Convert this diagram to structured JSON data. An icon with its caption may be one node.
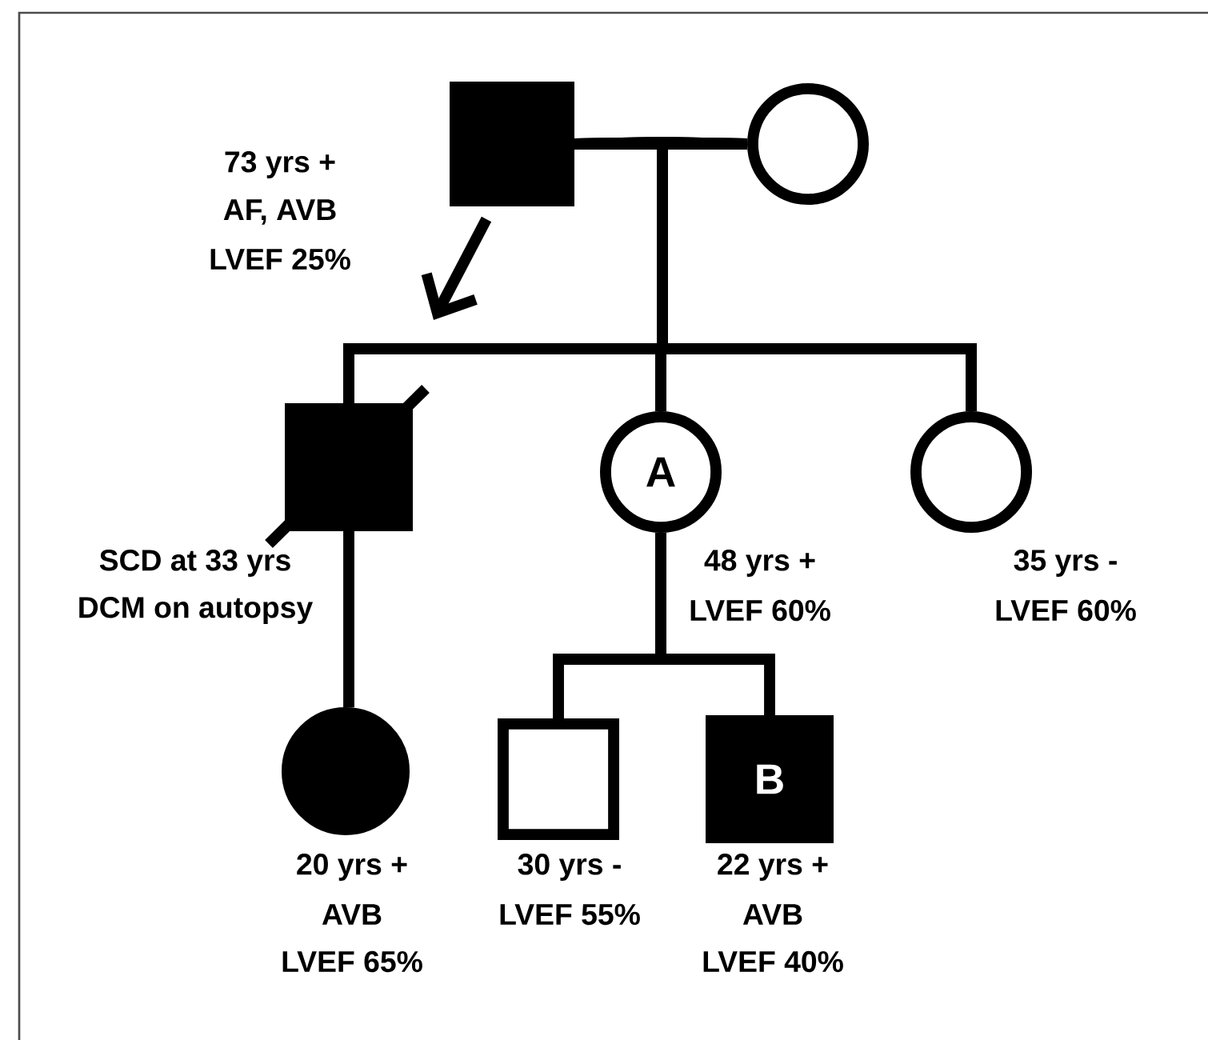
{
  "diagram": {
    "nodes": [
      {
        "text": [],
        "shape": "box",
        "beside": [
          "73 yrs +",
          "AF, AVB",
          "LVEF 25%"
        ]
      },
      {
        "text": [],
        "shape": "circle"
      },
      {
        "text": [],
        "shape": "box",
        "beside": [
          "SCD at 33 yrs",
          "DCM on autopsy"
        ]
      },
      {
        "text": [
          "A"
        ],
        "beside": [
          "48 yrs +",
          "LVEF 60%"
        ]
      },
      {
        "text": [],
        "shape": "circle",
        "beside": [
          "35 yrs -",
          "LVEF 60%"
        ]
      },
      {
        "text": [],
        "shape": "circle",
        "beside": [
          "20 yrs +",
          "AVB",
          "LVEF 65%"
        ]
      },
      {
        "text": [],
        "shape": "box",
        "beside": [
          "30 yrs -",
          "LVEF 55%"
        ]
      },
      {
        "text": [
          "B"
        ],
        "beside": [
          "22 yrs +",
          "AVB",
          "LVEF 40%"
        ]
      }
    ],
    "edges": [
      {
        "from": 0,
        "to": 1,
        "arrow": "none"
      },
      {
        "from": 0,
        "to": 2,
        "arrow": "none"
      },
      {
        "from": 1,
        "to": 2,
        "arrow": "none"
      },
      {
        "from": 0,
        "to": 3,
        "arrow": "none"
      },
      {
        "from": 1,
        "to": 3,
        "arrow": "none"
      },
      {
        "from": 0,
        "to": 4,
        "arrow": "none"
      },
      {
        "from": 1,
        "to": 4,
        "arrow": "none"
      },
      {
        "from": 2,
        "to": 5,
        "arrow": "none"
      },
      {
        "from": 3,
        "to": 6,
        "arrow": "none"
      },
      {
        "from": 3,
        "to": 7,
        "arrow": "none"
      }
    ]
  }
}
